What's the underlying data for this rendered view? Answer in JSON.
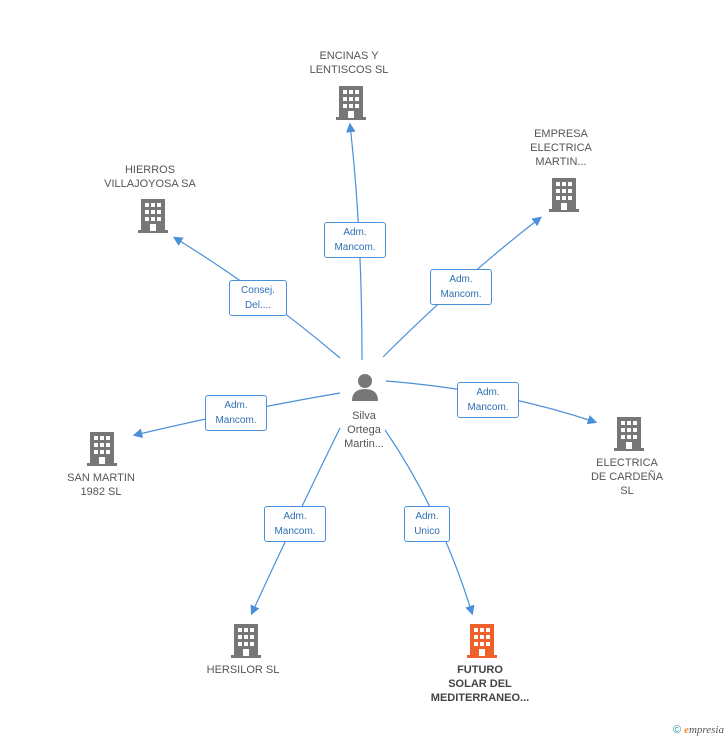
{
  "center": {
    "name": [
      "Silva",
      "Ortega",
      "Martin..."
    ]
  },
  "nodes": {
    "encinas": [
      "ENCINAS Y",
      "LENTISCOS SL"
    ],
    "empresa": [
      "EMPRESA",
      "ELECTRICA",
      "MARTIN..."
    ],
    "hierros": [
      "HIERROS",
      "VILLAJOYOSA SA"
    ],
    "sanmartin": [
      "SAN MARTIN",
      "1982 SL"
    ],
    "cardena": [
      "ELECTRICA",
      "DE CARDEÑA",
      "SL"
    ],
    "hersilor": [
      "HERSILOR SL"
    ],
    "futuro": [
      "FUTURO",
      "SOLAR DEL",
      "MEDITERRANEO..."
    ]
  },
  "relations": {
    "encinas": [
      "Adm.",
      "Mancom."
    ],
    "empresa": [
      "Adm.",
      "Mancom."
    ],
    "hierros": [
      "Consej.",
      "Del...."
    ],
    "sanmartin": [
      "Adm.",
      "Mancom."
    ],
    "cardena": [
      "Adm.",
      "Mancom."
    ],
    "hersilor": [
      "Adm.",
      "Mancom."
    ],
    "futuro": [
      "Adm.",
      "Unico"
    ]
  },
  "colors": {
    "edge": "#4a90d9",
    "building": "#777777",
    "highlight": "#f0602a"
  },
  "footer": {
    "copyright": "©",
    "brand_e": "e",
    "brand_rest": "mpresia"
  }
}
